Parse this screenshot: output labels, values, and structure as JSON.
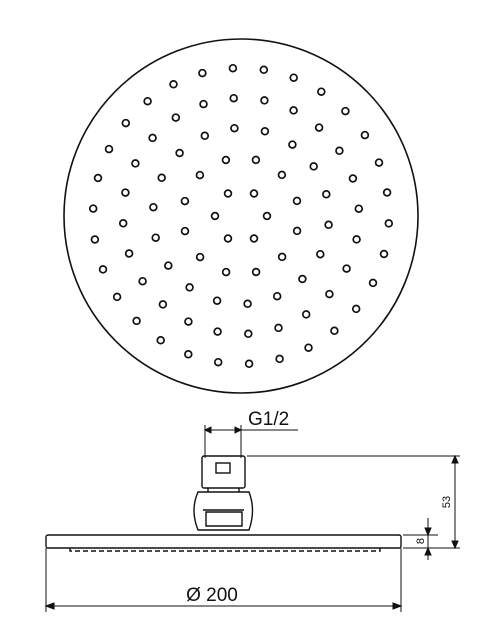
{
  "labels": {
    "thread": "G1/2",
    "height_total": "53",
    "plate_thickness": "8",
    "diameter": "Ø 200"
  },
  "colors": {
    "stroke": "#111111",
    "background": "#ffffff"
  }
}
